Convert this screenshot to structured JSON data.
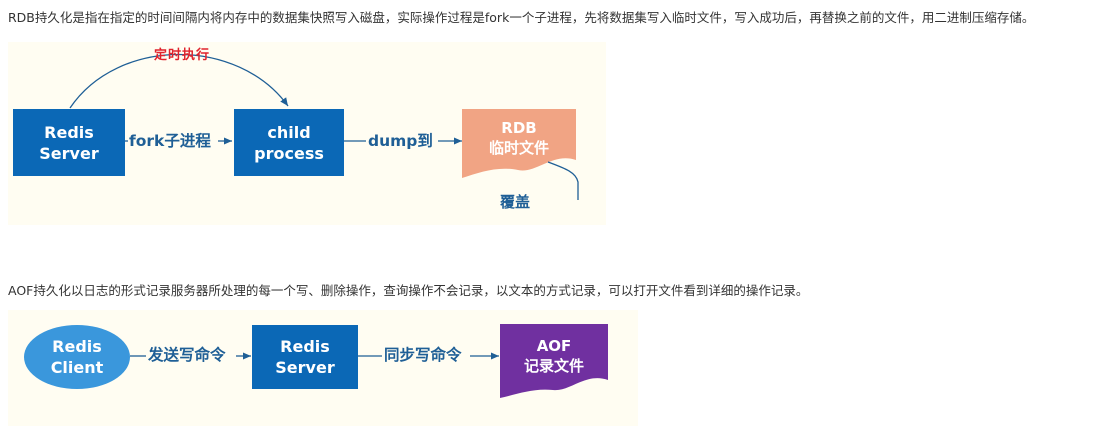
{
  "paragraphs": {
    "rdb": "RDB持久化是指在指定的时间间隔内将内存中的数据集快照写入磁盘，实际操作过程是fork一个子进程，先将数据集写入临时文件，写入成功后，再替换之前的文件，用二进制压缩存储。",
    "aof": "AOF持久化以日志的形式记录服务器所处理的每一个写、删除操作，查询操作不会记录，以文本的方式记录，可以打开文件看到详细的操作记录。"
  },
  "rdb_diagram": {
    "timer_label": "定时执行",
    "redis_server": [
      "Redis",
      "Server"
    ],
    "fork_label": "fork子进程",
    "child_process": [
      "child",
      "process"
    ],
    "dump_label": "dump到",
    "rdb_file": [
      "RDB",
      "临时文件"
    ],
    "overwrite_label": "覆盖"
  },
  "aof_diagram": {
    "redis_client": [
      "Redis",
      "Client"
    ],
    "send_label": "发送写命令",
    "redis_server": [
      "Redis",
      "Server"
    ],
    "sync_label": "同步写命令",
    "aof_file": [
      "AOF",
      "记录文件"
    ]
  },
  "colors": {
    "box_blue": "#0b68b6",
    "client_blue": "#3a97dc",
    "rdb_file_orange": "#f1a484",
    "aof_file_purple": "#7030a0",
    "label_blue": "#1f5f96",
    "timer_red": "#e0232d"
  }
}
